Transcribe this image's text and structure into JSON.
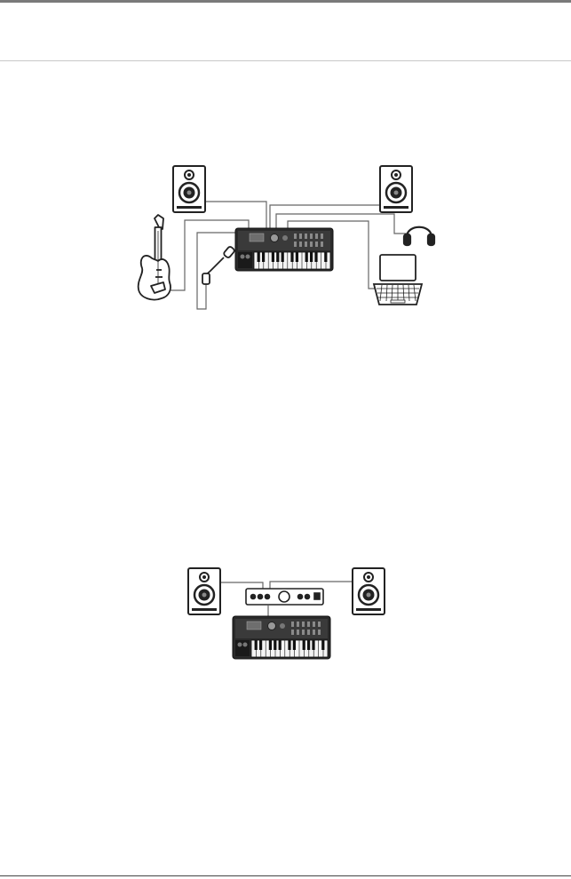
{
  "colors": {
    "top_bar": "#7a7a7a",
    "header_rule": "#c8c8c8",
    "footer_rule": "#444444",
    "device_body": "#2a2a2a",
    "cable": "#666666"
  },
  "diagrams": [
    {
      "name": "studio-setup",
      "devices": [
        "speaker-left",
        "speaker-right",
        "guitar",
        "microphone",
        "synthesizer",
        "headphones",
        "laptop"
      ]
    },
    {
      "name": "amplifier-setup",
      "devices": [
        "speaker-left",
        "speaker-right",
        "amplifier",
        "synthesizer"
      ]
    }
  ]
}
